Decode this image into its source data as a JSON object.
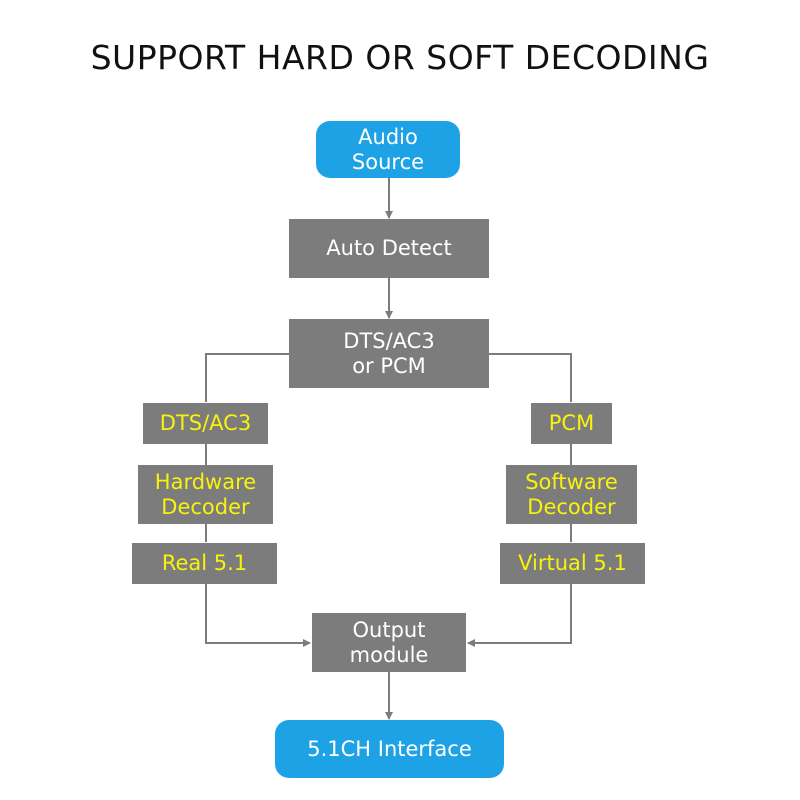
{
  "title": "SUPPORT HARD OR SOFT DECODING",
  "nodes": {
    "audio_source": [
      "Audio",
      "Source"
    ],
    "auto_detect": [
      "Auto Detect"
    ],
    "dts_ac3_or_pcm": [
      "DTS/AC3",
      "or PCM"
    ],
    "left_branch": {
      "format": [
        "DTS/AC3"
      ],
      "decoder": [
        "Hardware",
        "Decoder"
      ],
      "output": [
        "Real 5.1"
      ]
    },
    "right_branch": {
      "format": [
        "PCM"
      ],
      "decoder": [
        "Software",
        "Decoder"
      ],
      "output": [
        "Virtual 5.1"
      ]
    },
    "output_module": [
      "Output",
      "module"
    ],
    "interface": [
      "5.1CH Interface"
    ]
  },
  "colors": {
    "blue_node": "#1ea2e6",
    "gray_node": "#7c7c7c",
    "branch_text": "#f7f30c",
    "connector": "#7c7c7c"
  }
}
